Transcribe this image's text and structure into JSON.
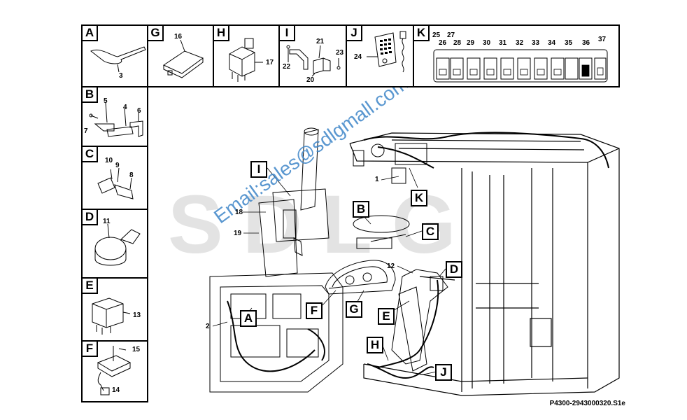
{
  "watermark": {
    "brand": "SDLG",
    "email": "Email:sales@sdlgmall.com"
  },
  "diagram_code": "P4300-2943000320.S1e",
  "panels": [
    {
      "letter": "A",
      "parts": [
        "3"
      ]
    },
    {
      "letter": "B",
      "parts": [
        "5",
        "4",
        "6",
        "7"
      ]
    },
    {
      "letter": "C",
      "parts": [
        "10",
        "9",
        "8"
      ]
    },
    {
      "letter": "D",
      "parts": [
        "11"
      ]
    },
    {
      "letter": "E",
      "parts": [
        "13"
      ]
    },
    {
      "letter": "F",
      "parts": [
        "15",
        "14"
      ]
    },
    {
      "letter": "G",
      "parts": [
        "16"
      ]
    },
    {
      "letter": "H",
      "parts": [
        "17"
      ]
    },
    {
      "letter": "I",
      "parts": [
        "21",
        "23",
        "22",
        "20"
      ]
    },
    {
      "letter": "J",
      "parts": [
        "24"
      ]
    },
    {
      "letter": "K",
      "parts": [
        "25",
        "26",
        "27",
        "28",
        "29",
        "30",
        "31",
        "32",
        "33",
        "34",
        "35",
        "36",
        "37"
      ]
    }
  ],
  "main_callouts": [
    "I",
    "B",
    "C",
    "K",
    "D",
    "A",
    "F",
    "G",
    "E",
    "H",
    "J"
  ],
  "main_part_numbers": [
    "1",
    "2",
    "12",
    "18",
    "19"
  ]
}
